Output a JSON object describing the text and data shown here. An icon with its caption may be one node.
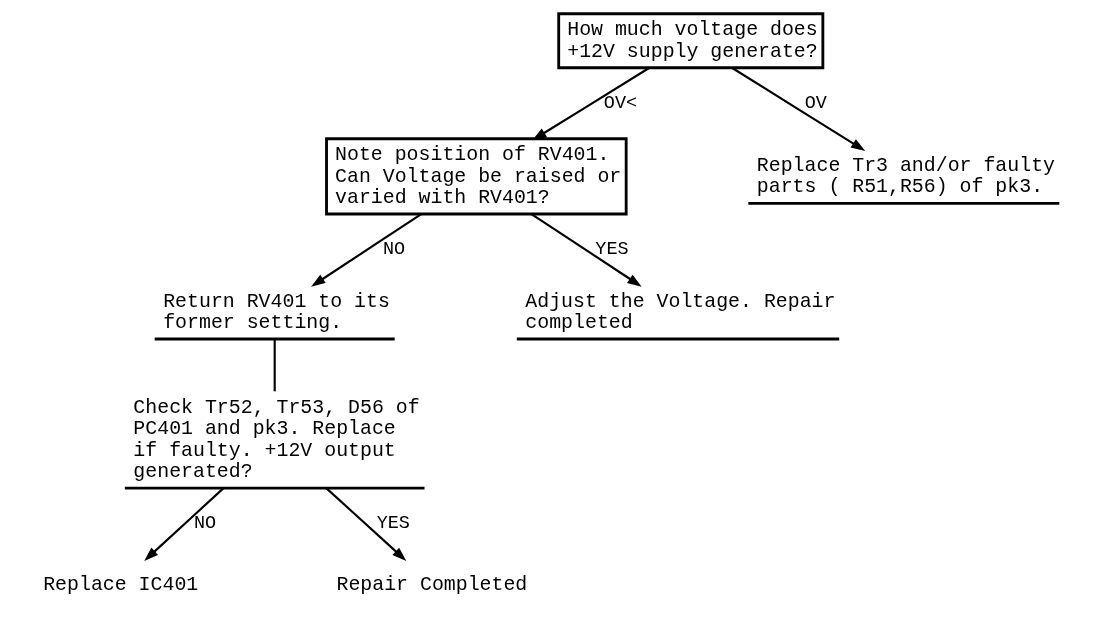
{
  "diagram": {
    "nodes": [
      {
        "text": [
          "How much voltage does +12V supply generate?"
        ]
      },
      {
        "text": [
          "Note position of RV401. Can Voltage be raised or varied with RV401?"
        ]
      },
      {
        "text": [
          "Replace Tr3 and/or faulty parts ( R51,R56) of pk3."
        ]
      },
      {
        "text": [
          "Return RV401 to its former setting."
        ]
      },
      {
        "text": [
          "Adjust the Voltage. Repair completed"
        ]
      },
      {
        "text": [
          "Check Tr52, Tr53, D56 of PC401 and pk3. Replace if faulty. +12V output generated?"
        ]
      },
      {
        "text": [
          "Replace IC401"
        ]
      },
      {
        "text": [
          "Repair Completed"
        ]
      }
    ],
    "edges": [
      {
        "from": 0,
        "to": 1,
        "arrow": "to",
        "label": "OV<"
      },
      {
        "from": 0,
        "to": 2,
        "arrow": "to",
        "label": "OV"
      },
      {
        "from": 1,
        "to": 3,
        "arrow": "to",
        "label": "NO"
      },
      {
        "from": 1,
        "to": 4,
        "arrow": "to",
        "label": "YES"
      },
      {
        "from": 3,
        "to": 5,
        "arrow": "none"
      },
      {
        "from": 5,
        "to": 6,
        "arrow": "to",
        "label": "NO"
      },
      {
        "from": 5,
        "to": 7,
        "arrow": "to",
        "label": "YES"
      }
    ]
  }
}
